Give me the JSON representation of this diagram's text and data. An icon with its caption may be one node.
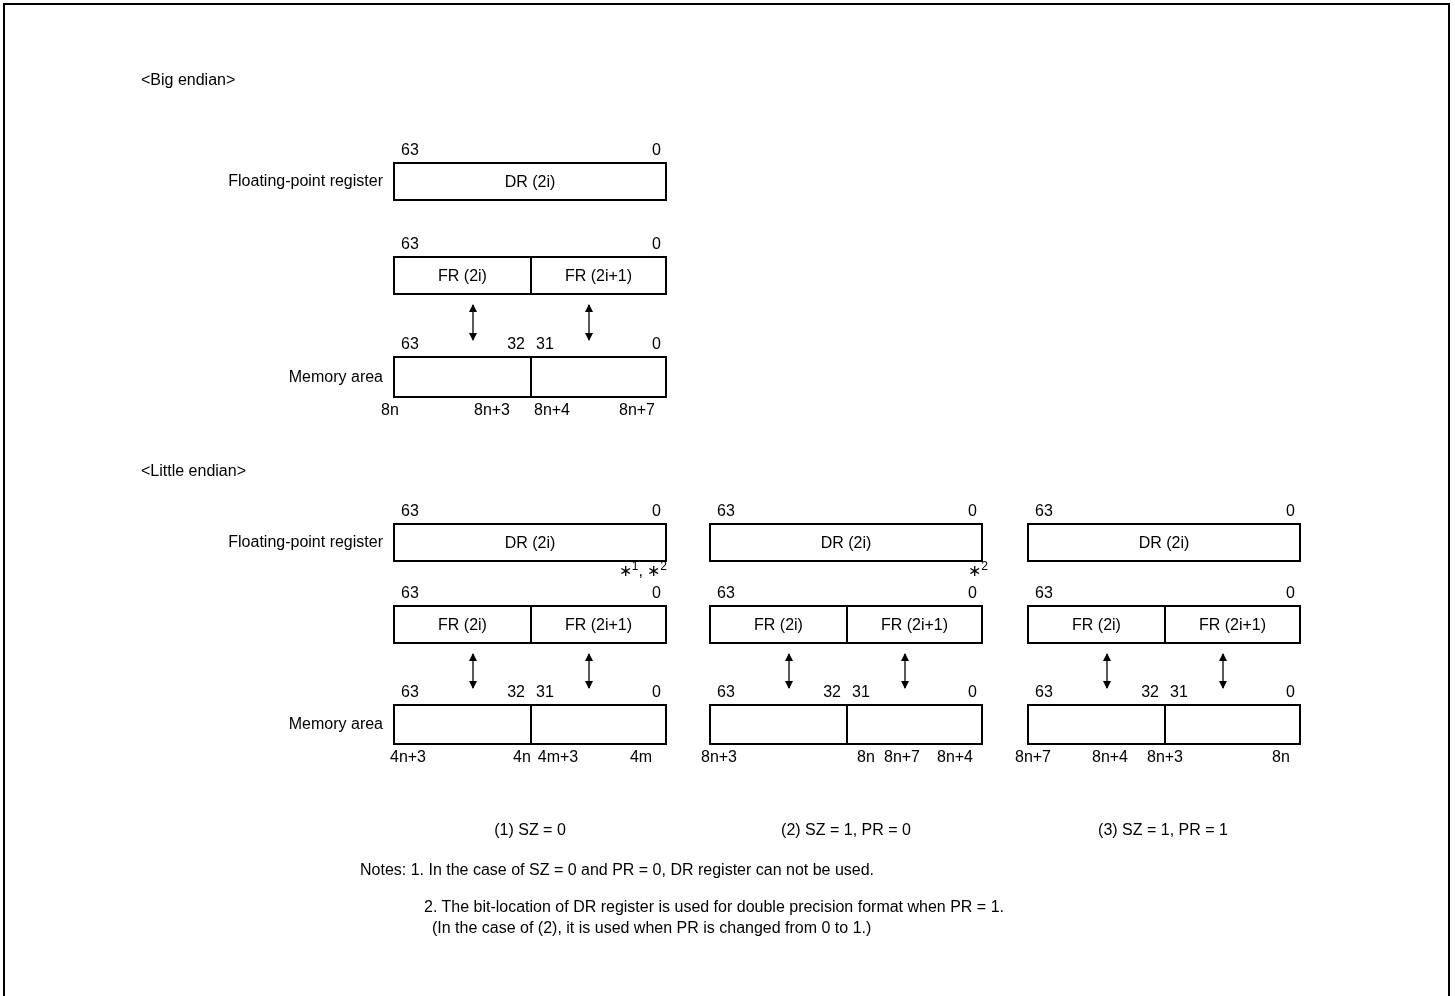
{
  "diagram": {
    "nodes": [
      {
        "text": [
          "DR (2i)"
        ]
      },
      {
        "text": [
          "FR (2i)"
        ]
      },
      {
        "text": [
          "FR (2i+1)"
        ]
      },
      {
        "text": [],
        "shape": "box"
      },
      {
        "text": [],
        "shape": "box"
      },
      {
        "text": [
          "DR (2i)"
        ]
      },
      {
        "text": [
          "FR (2i)"
        ]
      },
      {
        "text": [
          "FR (2i+1)"
        ]
      },
      {
        "text": [],
        "shape": "box"
      },
      {
        "text": [],
        "shape": "box"
      },
      {
        "text": [
          "DR (2i)"
        ]
      },
      {
        "text": [
          "FR (2i)"
        ]
      },
      {
        "text": [
          "FR (2i+1)"
        ]
      },
      {
        "text": [],
        "shape": "box"
      },
      {
        "text": [],
        "shape": "box"
      },
      {
        "text": [
          "DR (2i)"
        ]
      },
      {
        "text": [
          "FR (2i)"
        ]
      },
      {
        "text": [
          "FR (2i+1)"
        ]
      },
      {
        "text": [],
        "shape": "box"
      },
      {
        "text": [],
        "shape": "box"
      }
    ],
    "edges": [
      {
        "from": 1,
        "to": 3,
        "arrow": "both"
      },
      {
        "from": 2,
        "to": 4,
        "arrow": "both"
      },
      {
        "from": 6,
        "to": 8,
        "arrow": "both"
      },
      {
        "from": 7,
        "to": 9,
        "arrow": "both"
      },
      {
        "from": 11,
        "to": 13,
        "arrow": "both"
      },
      {
        "from": 12,
        "to": 14,
        "arrow": "both"
      },
      {
        "from": 16,
        "to": 18,
        "arrow": "both"
      },
      {
        "from": 17,
        "to": 19,
        "arrow": "both"
      }
    ],
    "labels": [
      "<Big endian>",
      "63",
      "0",
      "Floating-point register",
      "63",
      "0",
      "63",
      "32",
      "31",
      "0",
      "Memory area",
      "8n",
      "8n+3",
      "8n+4",
      "8n+7",
      "<Little endian>",
      "63",
      "0",
      "63",
      "0",
      "63",
      "0",
      "Floating-point register",
      "∗$^{1}$, ∗$^{2}$",
      "∗$^{2}$",
      "63",
      "0",
      "63",
      "0",
      "63",
      "0",
      "63",
      "32",
      "31",
      "0",
      "63",
      "32",
      "31",
      "0",
      "63",
      "32",
      "31",
      "0",
      "Memory area",
      "4n+3",
      "4n",
      "4m+3",
      "4m",
      "8n+3",
      "8n",
      "8n+7",
      "8n+4",
      "8n+7",
      "8n+4",
      "8n+3",
      "8n",
      "(1) SZ = 0",
      "(2) SZ = 1, PR = 0",
      "(3) SZ = 1, PR = 1",
      "Notes: 1. In the case of SZ = 0 and PR = 0, DR register can not be used.",
      "2. The bit-location of DR register is used for double precision format when PR = 1.",
      "(In the case of (2), it is used when PR is changed from 0 to 1.)"
    ]
  }
}
